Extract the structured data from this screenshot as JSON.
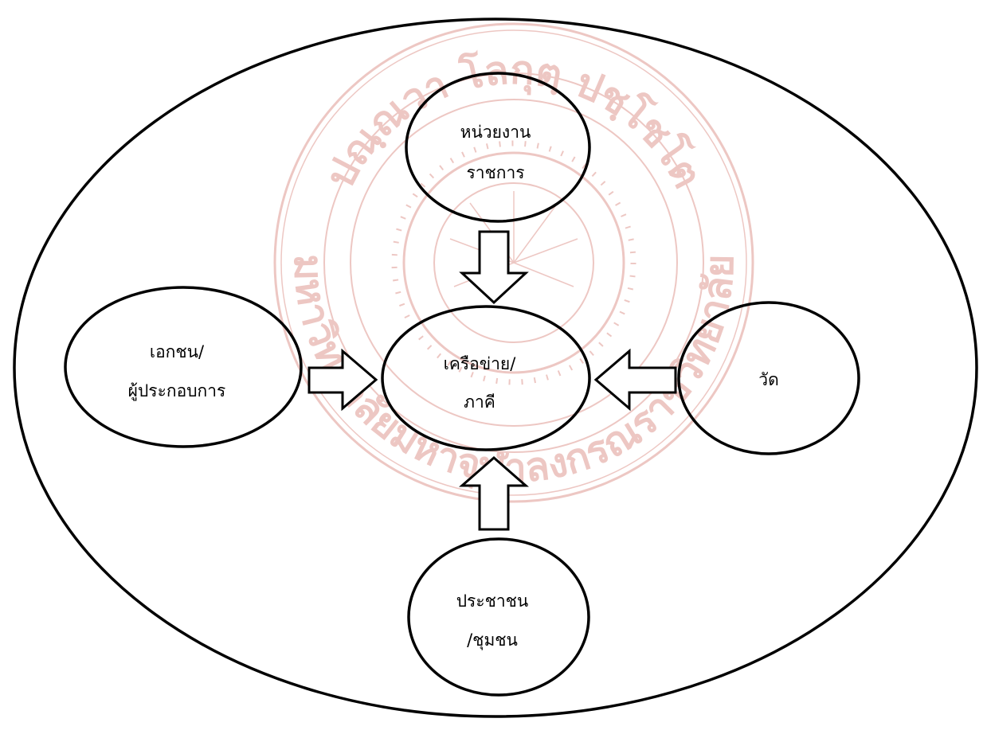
{
  "diagram": {
    "colors": {
      "stroke": "#000000",
      "background": "#ffffff",
      "watermark": "#c0392b"
    },
    "watermark": {
      "arc_text_top": "ปณฺณวา โลกุตฺ ปชฺโชโต",
      "arc_text_bottom": "มหาวิทยาลัยมหาจุฬาลงกรณราชวิทยาลัย"
    },
    "nodes": {
      "top": {
        "line1": "หน่วยงาน",
        "line2": "ราชการ"
      },
      "left": {
        "line1": "เอกชน/",
        "line2": "ผู้ประกอบการ"
      },
      "center": {
        "line1": "เครือข่าย/",
        "line2": "ภาคี"
      },
      "right": {
        "line1": "วัด"
      },
      "bottom": {
        "line1": "ประชาชน",
        "line2": "/ชุมชน"
      }
    },
    "arrows": [
      {
        "from": "top",
        "to": "center"
      },
      {
        "from": "left",
        "to": "center"
      },
      {
        "from": "right",
        "to": "center"
      },
      {
        "from": "bottom",
        "to": "center"
      }
    ]
  }
}
